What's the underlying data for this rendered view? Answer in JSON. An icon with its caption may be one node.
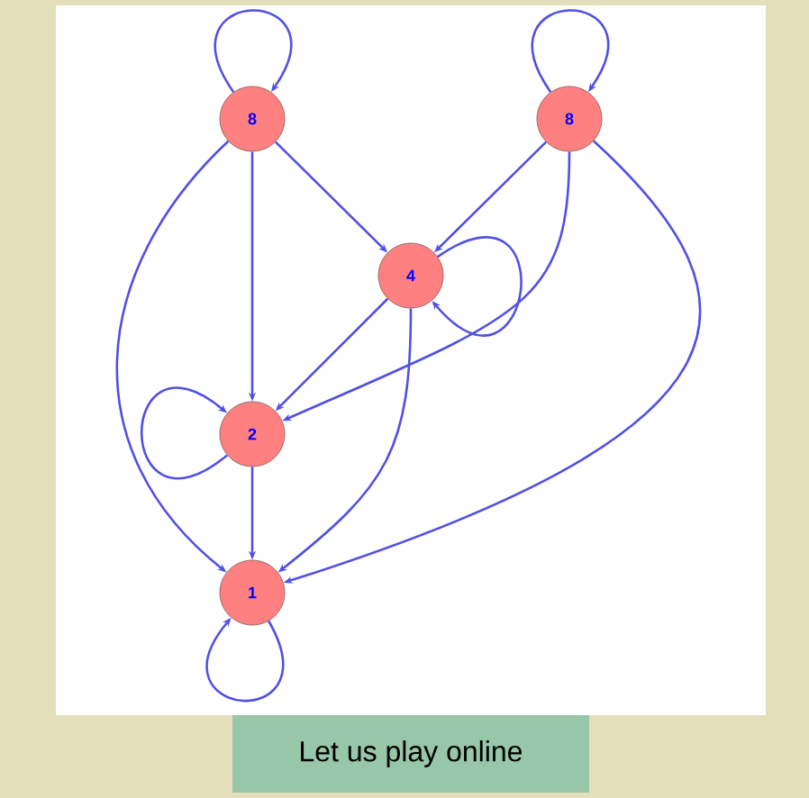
{
  "diagram": {
    "nodes": [
      {
        "text": [
          "8"
        ]
      },
      {
        "text": [
          "8"
        ]
      },
      {
        "text": [
          "4"
        ]
      },
      {
        "text": [
          "2"
        ]
      },
      {
        "text": [
          "1"
        ]
      }
    ],
    "edges": [
      {
        "from": 0,
        "to": 0,
        "arrow": "to"
      },
      {
        "from": 1,
        "to": 1,
        "arrow": "to"
      },
      {
        "from": 0,
        "to": 2,
        "arrow": "to"
      },
      {
        "from": 0,
        "to": 3,
        "arrow": "to"
      },
      {
        "from": 0,
        "to": 4,
        "arrow": "to"
      },
      {
        "from": 1,
        "to": 2,
        "arrow": "to"
      },
      {
        "from": 1,
        "to": 3,
        "arrow": "to"
      },
      {
        "from": 1,
        "to": 4,
        "arrow": "to"
      },
      {
        "from": 2,
        "to": 2,
        "arrow": "to"
      },
      {
        "from": 2,
        "to": 3,
        "arrow": "to"
      },
      {
        "from": 2,
        "to": 4,
        "arrow": "to"
      },
      {
        "from": 3,
        "to": 3,
        "arrow": "to"
      },
      {
        "from": 3,
        "to": 4,
        "arrow": "to"
      },
      {
        "from": 4,
        "to": 4,
        "arrow": "to"
      }
    ],
    "labels": [
      "Let us play online"
    ]
  }
}
